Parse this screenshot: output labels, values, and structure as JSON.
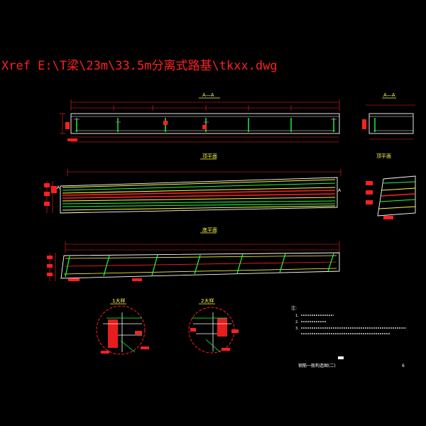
{
  "xref_label": "Xref E:\\T梁\\23m\\33.5m分离式路基\\tkxx.dwg",
  "views": {
    "section_aa_left": "A—A",
    "section_aa_right": "A—A",
    "top_plan": "顶平面",
    "top_plan_right": "顶平面",
    "bottom_plan": "底平面"
  },
  "details": {
    "detail_1": "1大样",
    "detail_2": "2大样"
  },
  "notes_header": "注:",
  "notes": [
    "1.",
    "2.",
    "3."
  ],
  "title_block": {
    "drawing_title": "钢筋一般构造图(二)",
    "sheet_no": "6"
  },
  "colors": {
    "background": "#000000",
    "outline": "#ffffff",
    "dimension": "#ff2020",
    "rebar": "#20ff40",
    "text": "#ffff40",
    "hatch": "#ff40ff"
  }
}
